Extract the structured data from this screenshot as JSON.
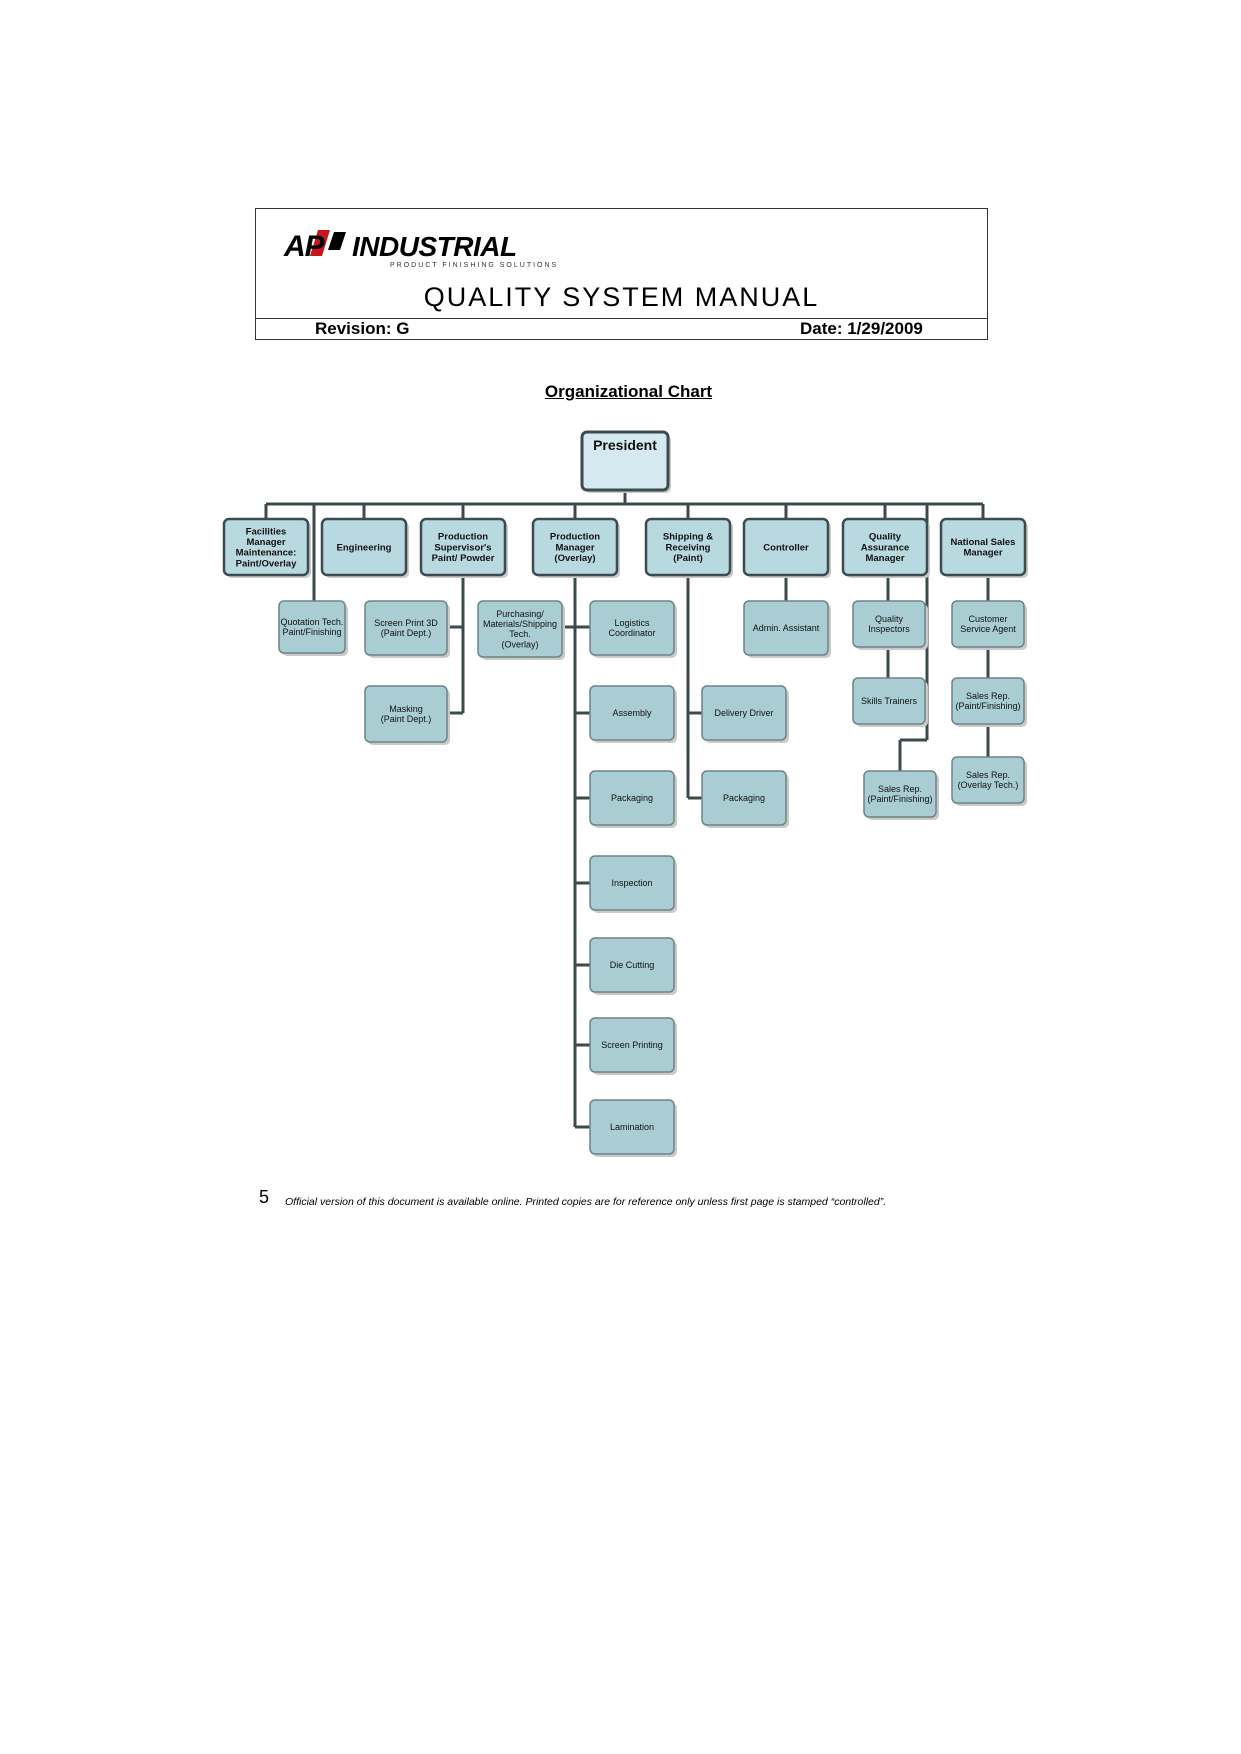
{
  "header": {
    "logo_text": "AP INDUSTRIAL",
    "logo_tagline": "PRODUCT FINISHING SOLUTIONS",
    "title": "QUALITY SYSTEM MANUAL",
    "revision": "Revision:  G",
    "date": "Date: 1/29/2009"
  },
  "chart_title": "Organizational Chart",
  "nodes": [
    {
      "id": "president",
      "lines": [
        "President"
      ]
    },
    {
      "id": "facilities",
      "lines": [
        "Facilities",
        "Manager",
        "Maintenance:",
        "Paint/Overlay"
      ]
    },
    {
      "id": "engineering",
      "lines": [
        "Engineering"
      ]
    },
    {
      "id": "prod-sup",
      "lines": [
        "Production",
        "Supervisor's",
        "Paint/ Powder"
      ]
    },
    {
      "id": "prod-mgr",
      "lines": [
        "Production",
        "Manager",
        "(Overlay)"
      ]
    },
    {
      "id": "shipping",
      "lines": [
        "Shipping &",
        "Receiving",
        "(Paint)"
      ]
    },
    {
      "id": "controller",
      "lines": [
        "Controller"
      ]
    },
    {
      "id": "qa-mgr",
      "lines": [
        "Quality",
        "Assurance",
        "Manager"
      ]
    },
    {
      "id": "sales-mgr",
      "lines": [
        "National Sales",
        "Manager"
      ]
    },
    {
      "id": "quotation",
      "lines": [
        "Quotation Tech.",
        "Paint/Finishing"
      ]
    },
    {
      "id": "screen-print-3d",
      "lines": [
        "Screen Print 3D",
        "(Paint Dept.)"
      ]
    },
    {
      "id": "purchasing",
      "lines": [
        "Purchasing/",
        "Materials/Shipping",
        "Tech.",
        "(Overlay)"
      ]
    },
    {
      "id": "logistics",
      "lines": [
        "Logistics",
        "Coordinator"
      ]
    },
    {
      "id": "admin",
      "lines": [
        "Admin. Assistant"
      ]
    },
    {
      "id": "qa-inspectors",
      "lines": [
        "Quality",
        "Inspectors"
      ]
    },
    {
      "id": "customer-service",
      "lines": [
        "Customer",
        "Service Agent"
      ]
    },
    {
      "id": "masking",
      "lines": [
        "Masking",
        "(Paint Dept.)"
      ]
    },
    {
      "id": "assembly",
      "lines": [
        "Assembly"
      ]
    },
    {
      "id": "delivery",
      "lines": [
        "Delivery Driver"
      ]
    },
    {
      "id": "skills",
      "lines": [
        "Skills Trainers"
      ]
    },
    {
      "id": "sales-rep-paint-r",
      "lines": [
        "Sales Rep.",
        "(Paint/Finishing)"
      ]
    },
    {
      "id": "packaging-1",
      "lines": [
        "Packaging"
      ]
    },
    {
      "id": "packaging-2",
      "lines": [
        "Packaging"
      ]
    },
    {
      "id": "sales-rep-paint-l",
      "lines": [
        "Sales Rep.",
        "(Paint/Finishing)"
      ]
    },
    {
      "id": "sales-rep-overlay",
      "lines": [
        "Sales Rep.",
        "(Overlay Tech.)"
      ]
    },
    {
      "id": "inspection",
      "lines": [
        "Inspection"
      ]
    },
    {
      "id": "die-cutting",
      "lines": [
        "Die Cutting"
      ]
    },
    {
      "id": "screen-printing",
      "lines": [
        "Screen Printing"
      ]
    },
    {
      "id": "lamination",
      "lines": [
        "Lamination"
      ]
    }
  ],
  "footer": {
    "page_number": "5",
    "note": "Official version of this document is available online. Printed copies are for reference only unless first page is stamped “controlled”."
  }
}
